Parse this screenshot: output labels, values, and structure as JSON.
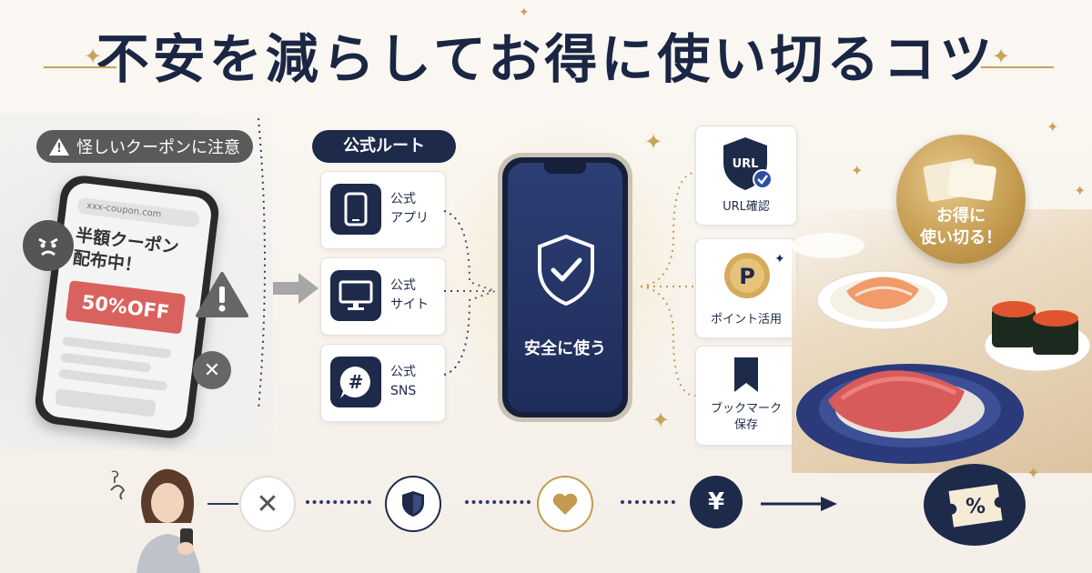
{
  "title": "不安を減らしてお得に使い切るコツ",
  "warning": {
    "label": "怪しいクーポンに注意",
    "phone": {
      "url": "xxx-coupon.com",
      "headline_line1": "半額クーポン",
      "headline_line2": "配布中！",
      "coupon": "50%OFF"
    }
  },
  "official_route": {
    "label": "公式ルート",
    "items": [
      {
        "line1": "公式",
        "line2": "アプリ",
        "icon": "smartphone-icon"
      },
      {
        "line1": "公式",
        "line2": "サイト",
        "icon": "monitor-icon"
      },
      {
        "line1": "公式",
        "line2": "SNS",
        "icon": "hashtag-icon"
      }
    ]
  },
  "center_phone": {
    "label": "安全に使う",
    "icon": "shield-check-icon"
  },
  "tips": [
    {
      "label": "URL確認",
      "icon": "url-shield-icon"
    },
    {
      "label": "ポイント活用",
      "icon": "point-coin-icon"
    },
    {
      "label_line1": "ブックマーク",
      "label_line2": "保存",
      "icon": "bookmark-icon"
    }
  ],
  "badge": {
    "line1": "お得に",
    "line2": "使い切る！"
  },
  "bottom_flow": {
    "steps": [
      "x-icon",
      "shield-icon",
      "heart-icon",
      "yen-icon"
    ],
    "final": {
      "symbol": "%"
    }
  },
  "colors": {
    "navy": "#1e2a4a",
    "gold": "#c39a4f",
    "warning_red": "#d9625f"
  }
}
